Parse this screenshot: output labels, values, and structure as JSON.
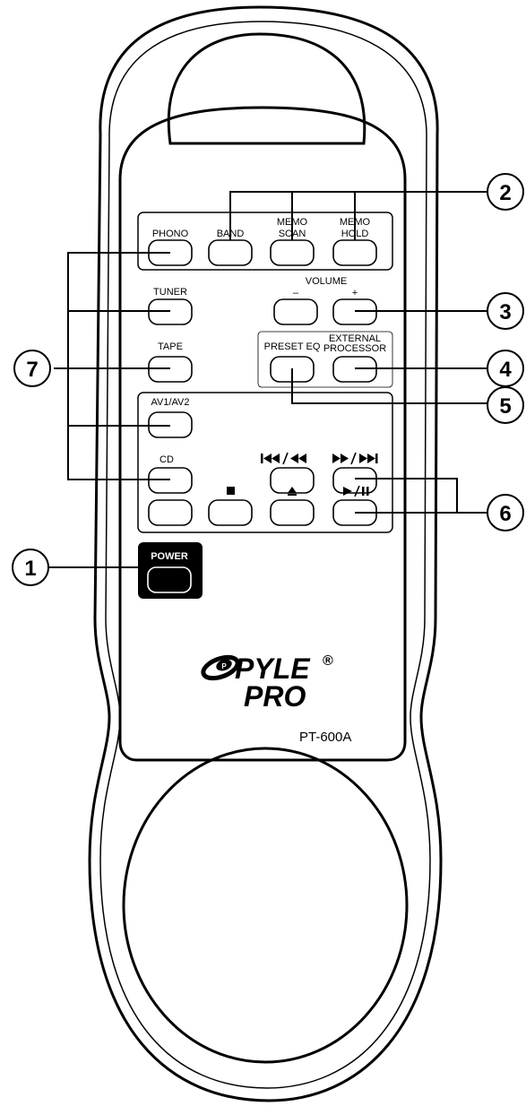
{
  "labels": {
    "phono": "PHONO",
    "band": "BAND",
    "memo_scan_1": "MEMO",
    "memo_scan_2": "SCAN",
    "memo_hold_1": "MEMO",
    "memo_hold_2": "HOLD",
    "tuner": "TUNER",
    "volume": "VOLUME",
    "vol_minus": "–",
    "vol_plus": "+",
    "tape": "TAPE",
    "preset_eq": "PRESET EQ",
    "external_1": "EXTERNAL",
    "external_2": "PROCESSOR",
    "av": "AV1/AV2",
    "cd": "CD",
    "power": "POWER"
  },
  "transport_symbols": {
    "prev_rewind": "⏮/◀◀",
    "fwd_next": "▶▶/⏭",
    "stop": "■",
    "eject": "⏏",
    "play_pause": "▶/⏸"
  },
  "callouts": [
    "1",
    "2",
    "3",
    "4",
    "5",
    "6",
    "7"
  ],
  "brand": {
    "line1": "PYLE",
    "registered": "®",
    "line2": "PRO",
    "model": "PT-600A"
  }
}
